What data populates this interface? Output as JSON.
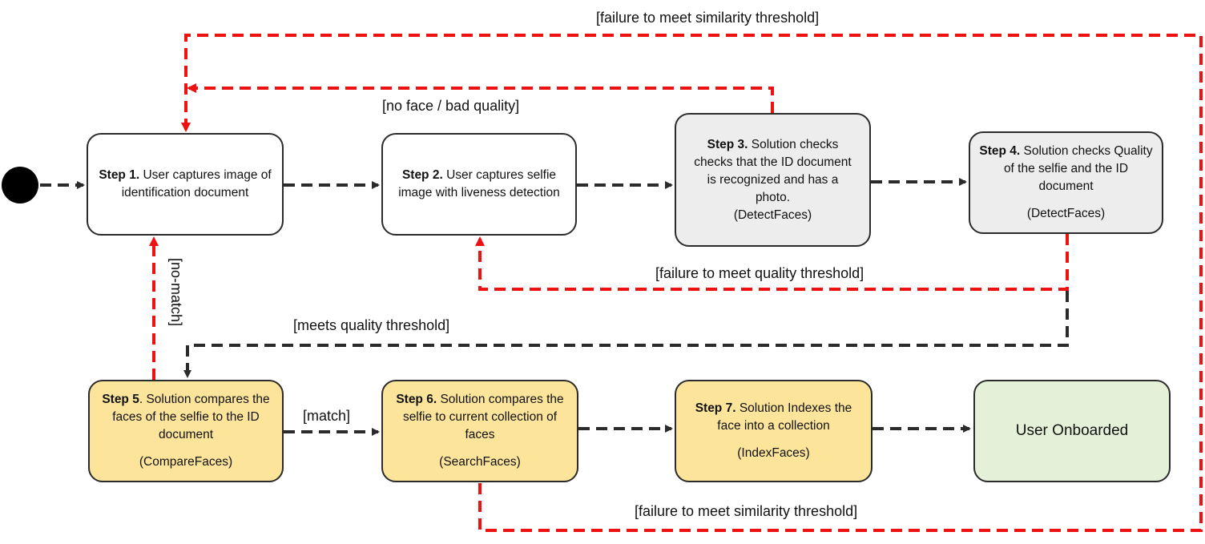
{
  "nodes": {
    "step1": {
      "bold": "Step 1.",
      "text": " User captures image of identification document",
      "api": ""
    },
    "step2": {
      "bold": "Step 2.",
      "text": " User captures selfie image with liveness detection",
      "api": ""
    },
    "step3": {
      "bold": "Step 3.",
      "text": " Solution checks checks that the ID document is recognized and  has a photo.",
      "api": "(DetectFaces)"
    },
    "step4": {
      "bold": "Step 4.",
      "text": " Solution checks Quality of the selfie and the ID document",
      "api": "(DetectFaces)"
    },
    "step5": {
      "bold": "Step 5",
      "text": ". Solution compares the faces of the selfie to the ID document",
      "api": "(CompareFaces)"
    },
    "step6": {
      "bold": "Step 6.",
      "text": " Solution compares the selfie to current collection of faces",
      "api": "(SearchFaces)"
    },
    "step7": {
      "bold": "Step 7.",
      "text": " Solution Indexes the face into a collection",
      "api": "(IndexFaces)"
    },
    "onboarded": {
      "text": "User Onboarded"
    }
  },
  "edge_labels": {
    "similarity_top": "[failure to meet similarity threshold]",
    "no_face": "[no face / bad quality]",
    "quality_fail": "[failure to meet quality threshold]",
    "meets_quality": "[meets quality threshold]",
    "no_match": "[no-match]",
    "match": "[match]",
    "similarity_bottom": "[failure to meet similarity threshold]"
  },
  "colors": {
    "success_edge": "#2b2b2b",
    "failure_edge": "#ee1111",
    "start_node": "#000000",
    "node_white": "#ffffff",
    "node_grey": "#ededed",
    "node_yellow": "#fce49a",
    "node_green": "#e4f0d8"
  }
}
